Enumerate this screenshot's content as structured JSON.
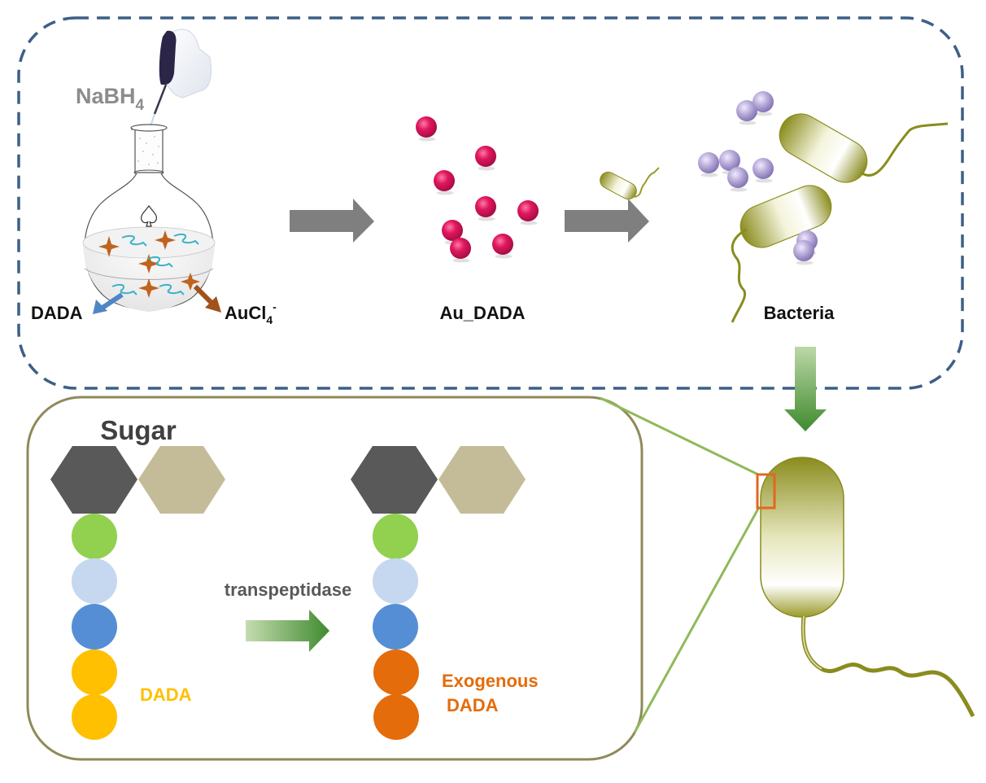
{
  "top_panel": {
    "reagent_label": "NaBH",
    "reagent_subscript": "4",
    "flask_left_label": "DADA",
    "flask_right_label": "AuCl",
    "flask_right_subscript": "4",
    "flask_right_superscript": "-",
    "nanoparticle_label": "Au_DADA",
    "bacteria_label": "Bacteria"
  },
  "bottom_panel": {
    "title": "Sugar",
    "arrow_label": "transpeptidase",
    "left_tail_label": "DADA",
    "right_tail_label_line1": "Exogenous",
    "right_tail_label_line2": "DADA"
  },
  "colors": {
    "dashed_border": "#3d5f86",
    "solid_border": "#8f8a5a",
    "zoom_lines": "#8fba5a",
    "highlight_box": "#e2671e",
    "gray_arrow": "#7f7f7f",
    "nanoparticle": "#e0175f",
    "bound_particle": "#b5a9d6",
    "bacteria_body": "#8a8c1e",
    "sugar_dark": "#595959",
    "sugar_light": "#c4bc98",
    "residue_green": "#92d050",
    "residue_lightblue": "#c5d8f0",
    "residue_blue": "#558ed5",
    "dada_native": "#fec000",
    "dada_exogenous": "#e46c0a",
    "dada_arrow": "#4f86c6",
    "aucl_arrow": "#a0521a",
    "star": "#c0631d",
    "wave": "#3bb3c8"
  }
}
